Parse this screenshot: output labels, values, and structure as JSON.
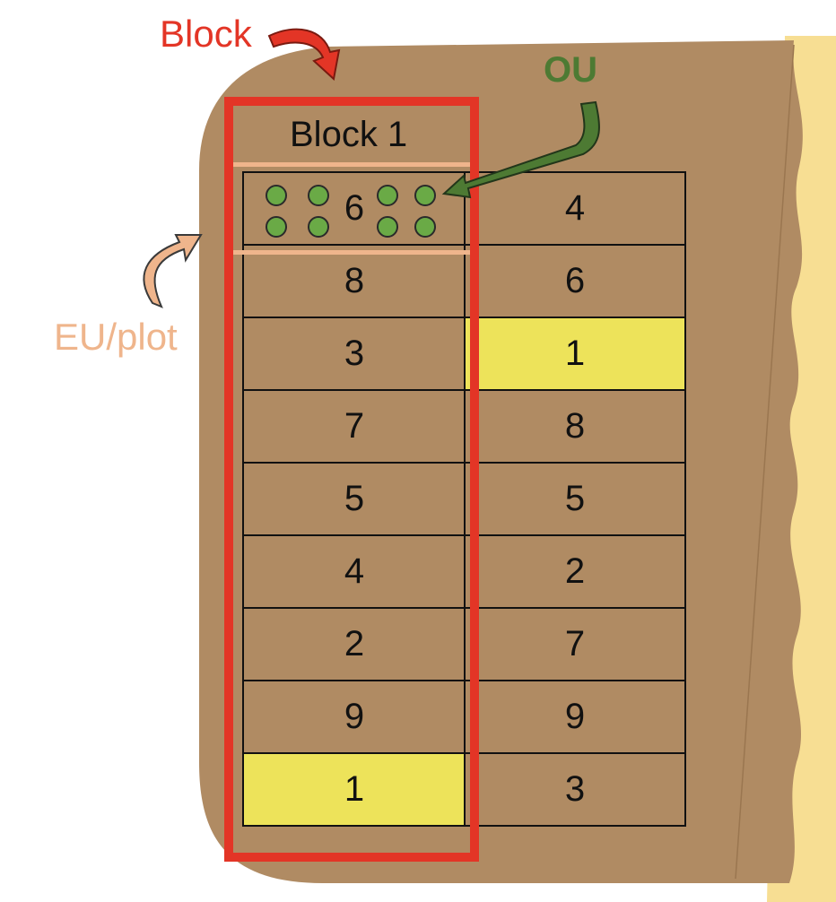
{
  "labels": {
    "block": "Block",
    "ou": "OU",
    "eu_plot": "EU/plot",
    "block_title": "Block 1"
  },
  "columns": [
    {
      "cells": [
        "6",
        "8",
        "3",
        "7",
        "5",
        "4",
        "2",
        "9",
        "1"
      ]
    },
    {
      "cells": [
        "4",
        "6",
        "1",
        "8",
        "5",
        "2",
        "7",
        "9",
        "3"
      ]
    }
  ],
  "highlighted_value": "1",
  "observational_units_in_first_plot": 8,
  "colors": {
    "field": "#b08b63",
    "beach": "#f7de93",
    "highlight": "#ede35a",
    "block": "#e33526",
    "ou": "#4d7a33",
    "ou_dot": "#6aaa46",
    "eu_plot": "#efb58c",
    "grid_line": "#111111"
  }
}
